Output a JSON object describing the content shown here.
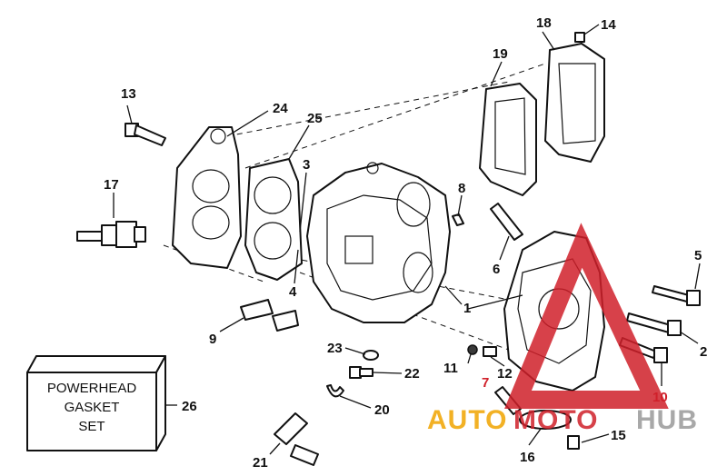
{
  "diagram": {
    "callouts": {
      "c1": "1",
      "c2": "2",
      "c3": "3",
      "c4": "4",
      "c5": "5",
      "c6": "6",
      "c7": "7",
      "c8": "8",
      "c9": "9",
      "c10": "10",
      "c11": "11",
      "c12": "12",
      "c13": "13",
      "c14": "14",
      "c15": "15",
      "c16": "16",
      "c17": "17",
      "c18": "18",
      "c19": "19",
      "c20": "20",
      "c21": "21",
      "c22": "22",
      "c23": "23",
      "c24": "24",
      "c25": "25",
      "c26": "26"
    },
    "gasket_box": {
      "line1": "POWERHEAD",
      "line2": "GASKET",
      "line3": "SET"
    },
    "watermark": {
      "part1": "AUTO",
      "part2": "MOTO",
      "part3": "HUB"
    },
    "colors": {
      "ink": "#111111",
      "watermark_red": "#d0202a",
      "watermark_orange": "#f0a400",
      "watermark_gray": "#9a9a9a"
    }
  }
}
